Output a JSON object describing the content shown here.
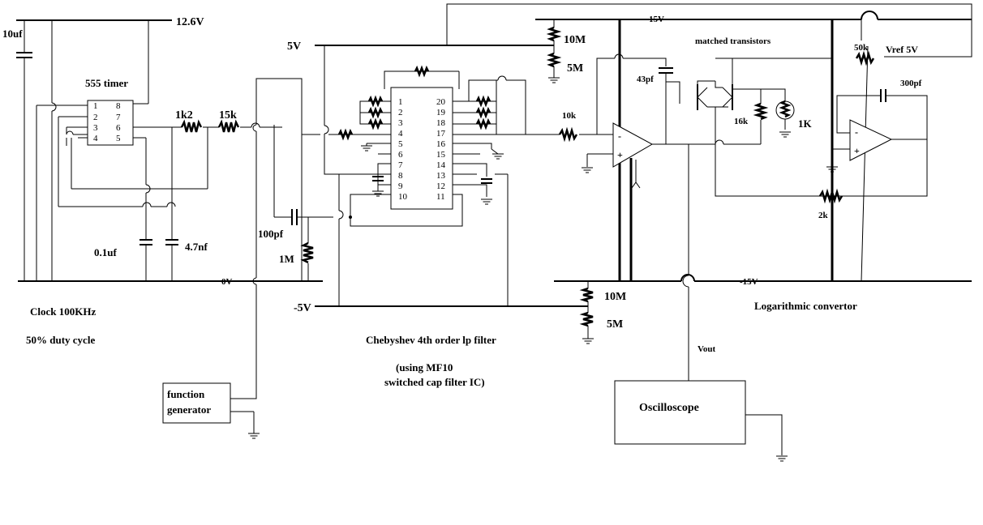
{
  "rails": {
    "v12_6": "12.6V",
    "v5": "5V",
    "v15": "15V",
    "v0": "0V",
    "vneg5": "-5V",
    "vneg15": "-15V",
    "vref": "Vref 5V"
  },
  "clock": {
    "ic_title": "555 timer",
    "pins_left": [
      "1",
      "2",
      "3",
      "4"
    ],
    "pins_right": [
      "8",
      "7",
      "6",
      "5"
    ],
    "cap_supply": "10uf",
    "r1": "1k2",
    "r2": "15k",
    "cap1": "0.1uf",
    "cap2": "4.7nf",
    "caption1": "Clock 100KHz",
    "caption2": "50% duty cycle"
  },
  "filter": {
    "pins_left": [
      "1",
      "2",
      "3",
      "4",
      "5",
      "6",
      "7",
      "8",
      "9",
      "10"
    ],
    "pins_right": [
      "20",
      "19",
      "18",
      "17",
      "16",
      "15",
      "14",
      "13",
      "12",
      "11"
    ],
    "cap_in": "100pf",
    "r_in": "1M",
    "caption1": "Chebyshev 4th order lp filter",
    "caption2": "(using MF10",
    "caption3": "switched cap filter  IC)"
  },
  "bias": {
    "r_top1": "10M",
    "r_top2": "5M",
    "r_bot1": "10M",
    "r_bot2": "5M"
  },
  "log": {
    "r_in": "10k",
    "cap_fb": "43pf",
    "transistors": "matched transistors",
    "r_16k": "16k",
    "r_1k": "1K",
    "r_50k": "50k",
    "cap_300": "300pf",
    "r_2k": "2k",
    "opamp_minus": "-",
    "opamp_plus": "+",
    "caption": "Logarithmic convertor"
  },
  "instruments": {
    "func_gen_line1": "function",
    "func_gen_line2": "generator",
    "scope": "Oscilloscope",
    "vout": "Vout"
  }
}
